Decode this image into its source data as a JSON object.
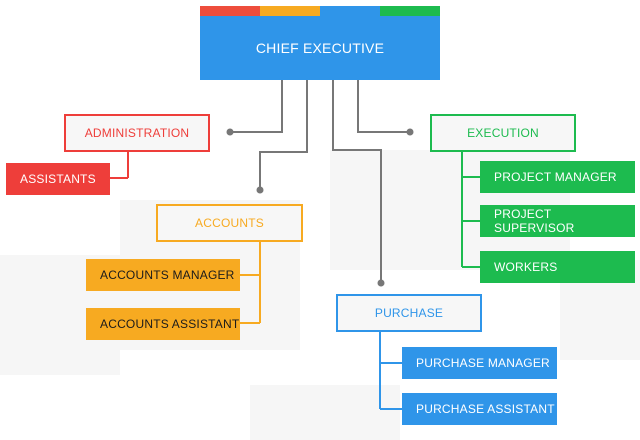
{
  "colors": {
    "executive": "#2f95e9",
    "stripe_red": "#ee4d3c",
    "stripe_yellow": "#f7aa21",
    "stripe_blue": "#2f95e9",
    "stripe_green": "#1dbb4f",
    "administration": "#ee3e3a",
    "accounts": "#f7aa21",
    "purchase": "#2f95e9",
    "execution": "#1dbb4f",
    "connector": "#777777"
  },
  "chief_executive": {
    "label": "CHIEF EXECUTIVE"
  },
  "administration": {
    "label": "ADMINISTRATION",
    "roles": [
      "ASSISTANTS"
    ]
  },
  "accounts": {
    "label": "ACCOUNTS",
    "roles": [
      "ACCOUNTS MANAGER",
      "ACCOUNTS ASSISTANT"
    ]
  },
  "purchase": {
    "label": "PURCHASE",
    "roles": [
      "PURCHASE MANAGER",
      "PURCHASE ASSISTANT"
    ]
  },
  "execution": {
    "label": "EXECUTION",
    "roles": [
      "PROJECT MANAGER",
      "PROJECT SUPERVISOR",
      "WORKERS"
    ]
  }
}
